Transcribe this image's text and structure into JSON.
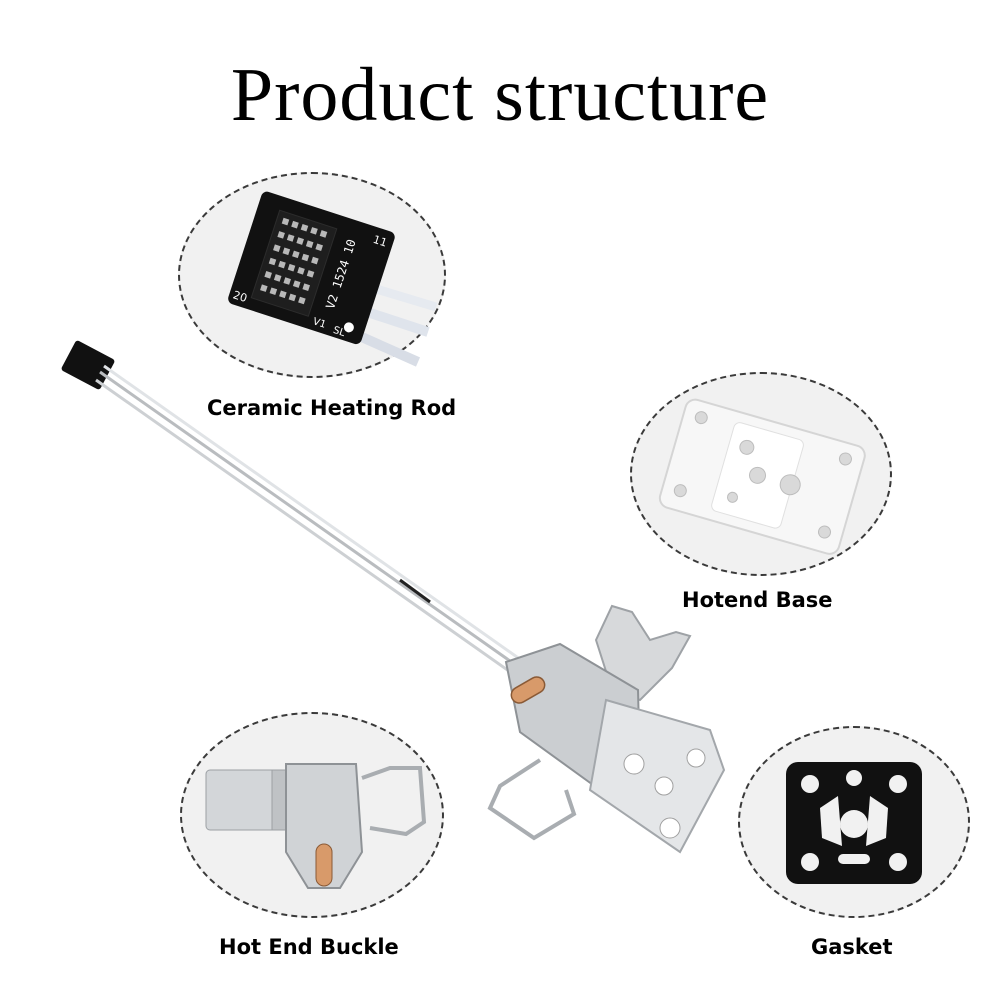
{
  "page": {
    "title": "Product structure"
  },
  "callouts": {
    "ceramic_heating_rod": {
      "label": "Ceramic Heating Rod"
    },
    "hotend_base": {
      "label": "Hotend Base"
    },
    "hot_end_buckle": {
      "label": "Hot End Buckle"
    },
    "gasket": {
      "label": "Gasket"
    }
  },
  "connector_marks": {
    "pin_top": "11",
    "pin_bottom": "20",
    "code": "V2 1524 10",
    "mark_a": "V1",
    "mark_b": "SL"
  },
  "colors": {
    "callout_border": "#3a3a3a",
    "callout_fill": "#f1f1f1",
    "metal": "#c9cccf",
    "copper": "#d89a6a",
    "connector_black": "#111111"
  }
}
